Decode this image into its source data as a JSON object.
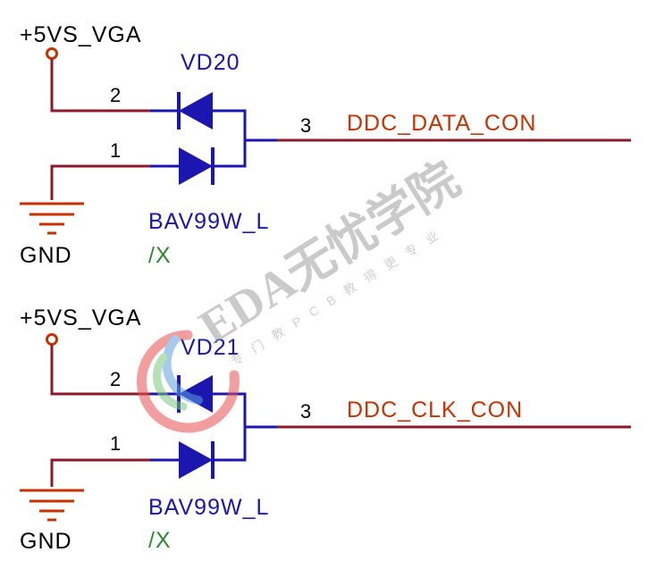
{
  "circuits": [
    {
      "power_label": "+5VS_VGA",
      "ref_designator": "VD20",
      "pin_top": "2",
      "pin_bottom": "1",
      "pin_out": "3",
      "net_label": "DDC_DATA_CON",
      "part_value": "BAV99W_L",
      "part_suffix": "/X",
      "gnd_label": "GND"
    },
    {
      "power_label": "+5VS_VGA",
      "ref_designator": "VD21",
      "pin_top": "2",
      "pin_bottom": "1",
      "pin_out": "3",
      "net_label": "DDC_CLK_CON",
      "part_value": "BAV99W_L",
      "part_suffix": "/X",
      "gnd_label": "GND"
    }
  ],
  "watermark": {
    "title": "EDA无忧学院",
    "subtitle": "专门教PCB教得更专业"
  },
  "colors": {
    "wire": "#8c1a28",
    "component": "#1b16b0",
    "net_label": "#c83200",
    "power_symbol": "#c83200",
    "gnd_symbol": "#c83200",
    "part_suffix": "#2d8a2d"
  }
}
